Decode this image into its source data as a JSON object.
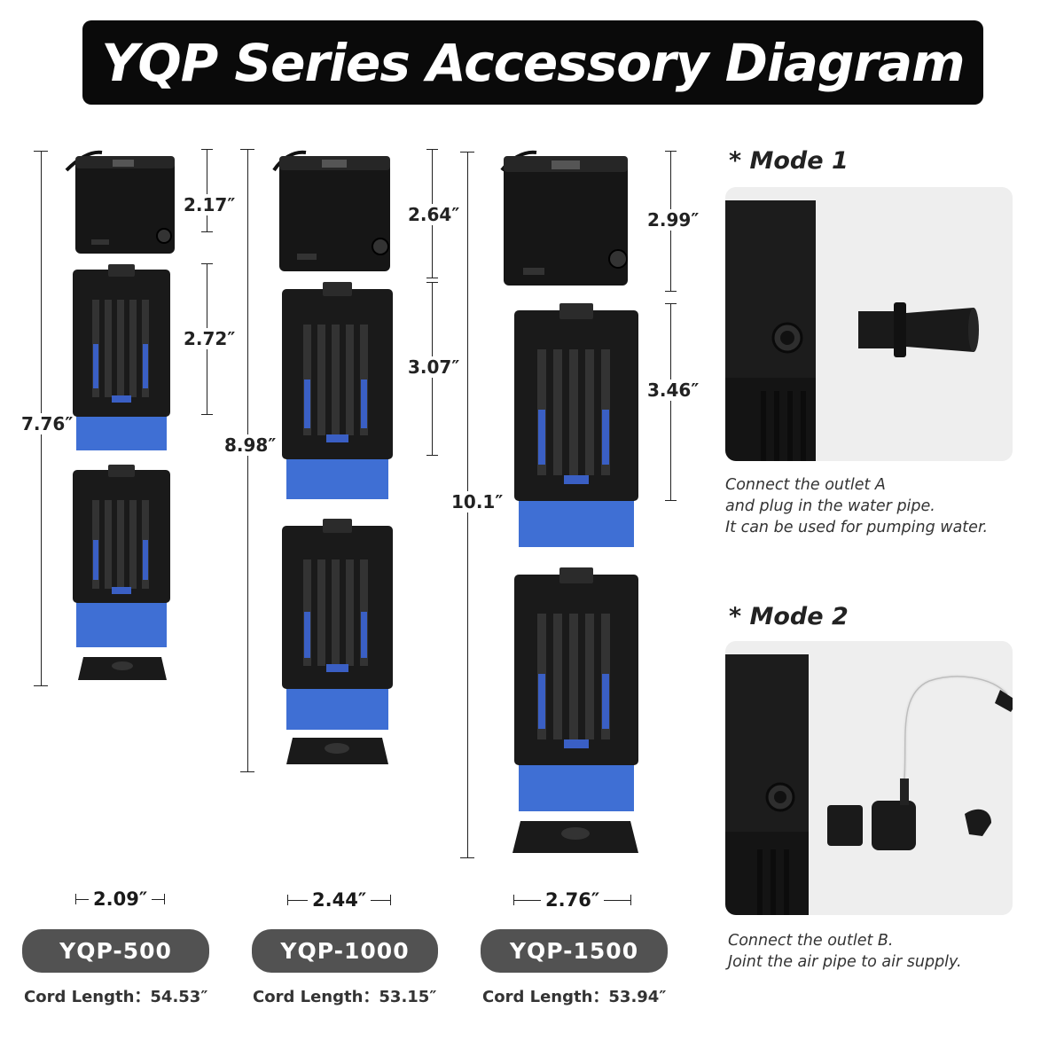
{
  "title": "YQP Series Accessory Diagram",
  "models": [
    {
      "name": "YQP-500",
      "cord_length": "Cord Length：54.53″",
      "total_height": "7.76″",
      "pump_height": "2.17″",
      "filter_height": "2.72″",
      "width": "2.09″"
    },
    {
      "name": "YQP-1000",
      "cord_length": "Cord Length：53.15″",
      "total_height": "8.98″",
      "pump_height": "2.64″",
      "filter_height": "3.07″",
      "width": "2.44″"
    },
    {
      "name": "YQP-1500",
      "cord_length": "Cord Length：53.94″",
      "total_height": "10.1″",
      "pump_height": "2.99″",
      "filter_height": "3.46″",
      "width": "2.76″"
    }
  ],
  "modes": [
    {
      "title": "* Mode 1",
      "caption": [
        "Connect the outlet A",
        "and plug in the water pipe.",
        "It can be used for pumping water."
      ]
    },
    {
      "title": "* Mode 2",
      "caption": [
        "Connect the outlet B.",
        "Joint the air pipe to air supply."
      ]
    }
  ],
  "colors": {
    "title_bar": "#0a0a0a",
    "badge": "#525252",
    "sponge": "#3f6fd4",
    "pump_body": "#161616",
    "panel": "#eeeeee"
  }
}
